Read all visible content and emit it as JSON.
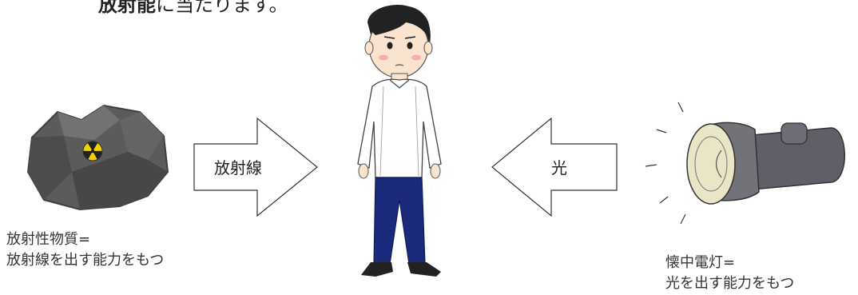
{
  "header": {
    "bold_part": "放射能",
    "rest_part": "に当たります。"
  },
  "arrows": {
    "radiation_label": "放射線",
    "light_label": "光"
  },
  "rock": {
    "caption_line1": "放射性物質=",
    "caption_line2": "放射線を出す能力をもつ",
    "icon": "radiation-trefoil-icon"
  },
  "flashlight": {
    "caption_line1": "懐中電灯=",
    "caption_line2": "光を出す能力をもつ"
  },
  "person": {
    "icon": "person-figure"
  },
  "colors": {
    "rock": "#5b5b5b",
    "trefoil_bg": "#f2d100",
    "trousers": "#1b2a7a",
    "flashlight_body": "#5f5f67",
    "lens": "#e9e6c8"
  }
}
